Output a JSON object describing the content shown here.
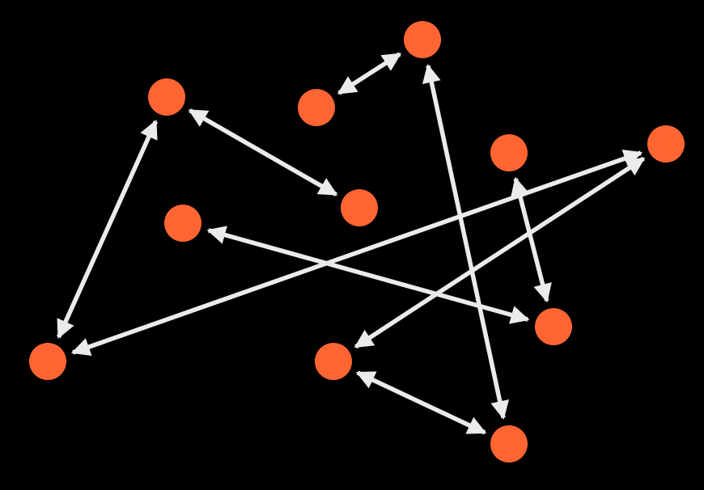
{
  "diagram": {
    "background_color": "#000000",
    "node_color": "#ff6533",
    "edge_color": "#ebebeb",
    "node_count": 11,
    "edge_style": "bidirectional-arrow",
    "nodes": [
      {
        "id": "n1"
      },
      {
        "id": "n2"
      },
      {
        "id": "n3"
      },
      {
        "id": "n4"
      },
      {
        "id": "n5"
      },
      {
        "id": "n6"
      },
      {
        "id": "n7"
      },
      {
        "id": "n8"
      },
      {
        "id": "n9"
      },
      {
        "id": "n10"
      },
      {
        "id": "n11"
      }
    ],
    "edges": [
      {
        "from": "n4",
        "to": "n3",
        "direction": "both"
      },
      {
        "from": "n1",
        "to": "n2",
        "direction": "both"
      },
      {
        "from": "n1",
        "to": "n8",
        "direction": "both"
      },
      {
        "from": "n3",
        "to": "n11",
        "direction": "both"
      },
      {
        "from": "n5",
        "to": "n8",
        "direction": "both"
      },
      {
        "from": "n5",
        "to": "n10",
        "direction": "both"
      },
      {
        "from": "n6",
        "to": "n9",
        "direction": "both"
      },
      {
        "from": "n7",
        "to": "n10",
        "direction": "both"
      },
      {
        "from": "n7",
        "to": "n12",
        "direction": "both"
      },
      {
        "from": "n12",
        "to": "n11",
        "direction": "both"
      }
    ]
  }
}
